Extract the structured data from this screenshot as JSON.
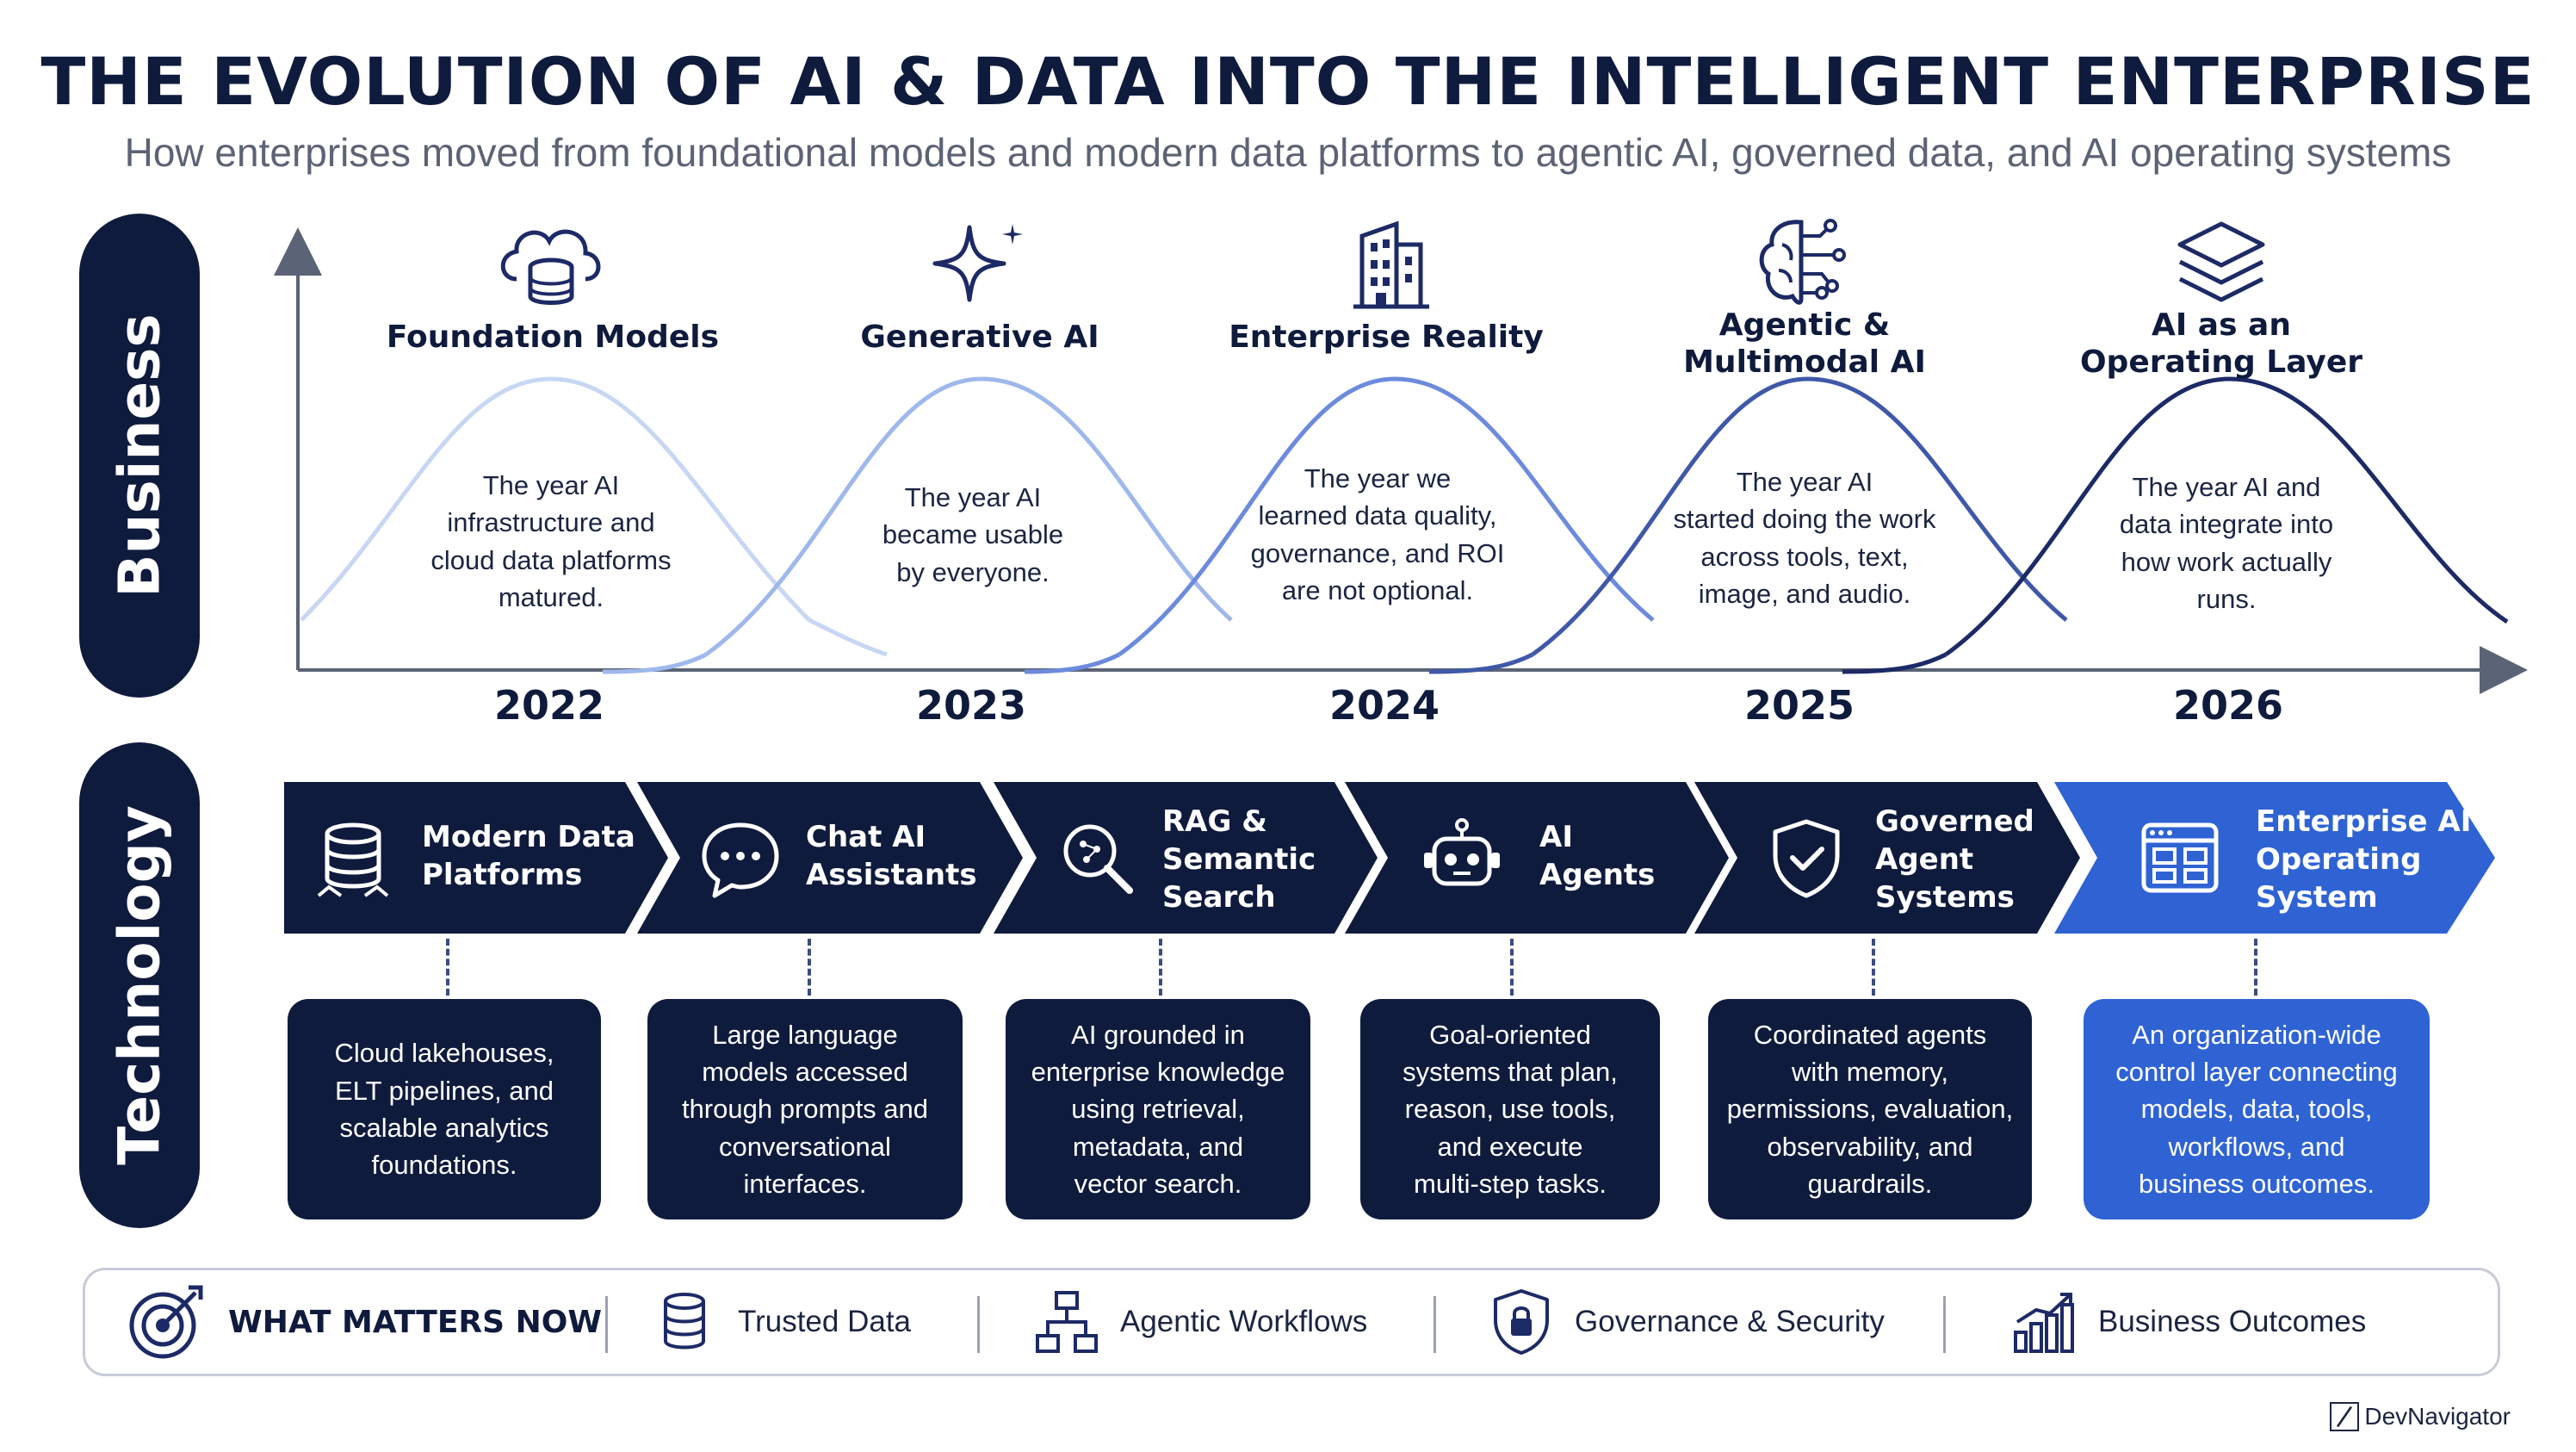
{
  "header": {
    "title": "THE EVOLUTION OF AI & DATA INTO THE INTELLIGENT ENTERPRISE",
    "subtitle": "How enterprises moved from foundational models and modern data platforms to agentic AI, governed data, and AI operating systems"
  },
  "sections": {
    "business": "Business",
    "technology": "Technology"
  },
  "business_eras": [
    {
      "year": "2022",
      "title": "Foundation Models",
      "icon": "cloud-database-icon",
      "desc": [
        "The year AI",
        "infrastructure and",
        "cloud data platforms",
        "matured."
      ]
    },
    {
      "year": "2023",
      "title": "Generative AI",
      "icon": "sparkle-icon",
      "desc": [
        "The year AI",
        "became usable",
        "by everyone."
      ]
    },
    {
      "year": "2024",
      "title": "Enterprise Reality",
      "icon": "building-icon",
      "desc": [
        "The year we",
        "learned data quality,",
        "governance, and ROI",
        "are not optional."
      ]
    },
    {
      "year": "2025",
      "title": [
        "Agentic &",
        "Multimodal AI"
      ],
      "icon": "brain-circuit-icon",
      "desc": [
        "The year AI",
        "started doing the work",
        "across tools, text,",
        "image, and audio."
      ]
    },
    {
      "year": "2026",
      "title": [
        "AI as an",
        "Operating Layer"
      ],
      "icon": "layers-icon",
      "desc": [
        "The year AI and",
        "data integrate into",
        "how work actually",
        "runs."
      ]
    }
  ],
  "technology_steps": [
    {
      "label": [
        "Modern Data",
        "Platforms"
      ],
      "icon": "database-icon",
      "desc": [
        "Cloud lakehouses,",
        "ELT pipelines, and",
        "scalable analytics",
        "foundations."
      ]
    },
    {
      "label": [
        "Chat AI",
        "Assistants"
      ],
      "icon": "chat-bubble-icon",
      "desc": [
        "Large language",
        "models accessed",
        "through prompts and",
        "conversational",
        "interfaces."
      ]
    },
    {
      "label": [
        "RAG &",
        "Semantic",
        "Search"
      ],
      "icon": "magnifier-icon",
      "desc": [
        "AI grounded in",
        "enterprise knowledge",
        "using retrieval,",
        "metadata, and",
        "vector search."
      ]
    },
    {
      "label": [
        "AI",
        "Agents"
      ],
      "icon": "robot-icon",
      "desc": [
        "Goal-oriented",
        "systems that plan,",
        "reason, use tools,",
        "and execute",
        "multi-step tasks."
      ]
    },
    {
      "label": [
        "Governed",
        "Agent",
        "Systems"
      ],
      "icon": "shield-check-icon",
      "desc": [
        "Coordinated agents",
        "with memory,",
        "permissions, evaluation,",
        "observability, and",
        "guardrails."
      ]
    },
    {
      "label": [
        "Enterprise AI",
        "Operating",
        "System"
      ],
      "icon": "dashboard-window-icon",
      "desc": [
        "An organization-wide",
        "control layer connecting",
        "models, data, tools,",
        "workflows, and",
        "business outcomes."
      ]
    }
  ],
  "matters": {
    "heading": "WHAT MATTERS NOW",
    "items": [
      {
        "label": "Trusted Data",
        "icon": "database-icon"
      },
      {
        "label": "Agentic Workflows",
        "icon": "workflow-icon"
      },
      {
        "label": "Governance & Security",
        "icon": "shield-lock-icon"
      },
      {
        "label": "Business Outcomes",
        "icon": "growth-chart-icon"
      }
    ]
  },
  "brand": "DevNavigator",
  "colors": {
    "navy": "#0f1b3d",
    "accent_blue": "#2f63d4",
    "wave_light": "#b9cdf0",
    "wave_mid": "#6d8bdc",
    "wave_dark": "#1c2a66"
  }
}
